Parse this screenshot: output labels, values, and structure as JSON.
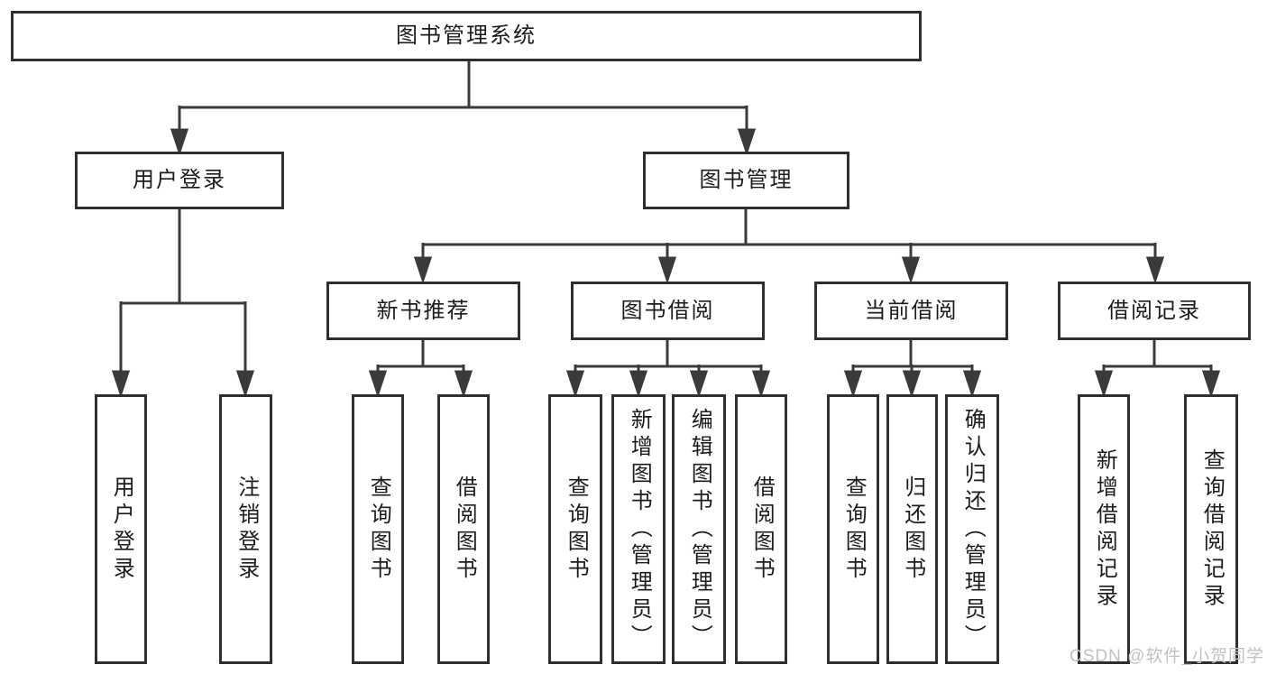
{
  "diagram": {
    "colors": {
      "line": "#3a3a3a",
      "box_border": "#2f2f2f",
      "text": "#1c1c1c",
      "watermark": "#c2c2c2",
      "background": "#ffffff"
    },
    "tree": {
      "root": {
        "label": "图书管理系统"
      },
      "branches": [
        {
          "label": "用户登录",
          "children": [
            {
              "label": "用户登录"
            },
            {
              "label": "注销登录"
            }
          ]
        },
        {
          "label": "图书管理",
          "groups": [
            {
              "label": "新书推荐",
              "children": [
                {
                  "label": "查询图书"
                },
                {
                  "label": "借阅图书"
                }
              ]
            },
            {
              "label": "图书借阅",
              "children": [
                {
                  "label": "查询图书"
                },
                {
                  "label": "新增图书（管理员）"
                },
                {
                  "label": "编辑图书（管理员）"
                },
                {
                  "label": "借阅图书"
                }
              ]
            },
            {
              "label": "当前借阅",
              "children": [
                {
                  "label": "查询图书"
                },
                {
                  "label": "归还图书"
                },
                {
                  "label": "确认归还（管理员）"
                }
              ]
            },
            {
              "label": "借阅记录",
              "children": [
                {
                  "label": "新增借阅记录"
                },
                {
                  "label": "查询借阅记录"
                }
              ]
            }
          ]
        }
      ]
    },
    "watermark": "CSDN @软件_小贺同学"
  }
}
